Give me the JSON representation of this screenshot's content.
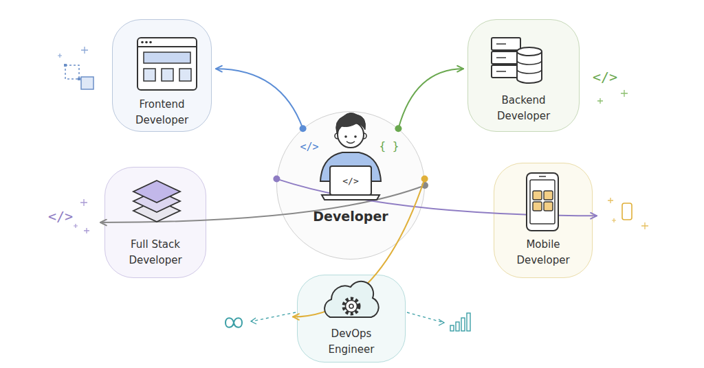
{
  "diagram": {
    "nodes": [
      {
        "text": [
          "Frontend Developer"
        ]
      },
      {
        "text": [
          "Backend Developer"
        ]
      },
      {
        "text": [
          "Developer"
        ]
      },
      {
        "text": [
          "Full Stack Developer"
        ]
      },
      {
        "text": [
          "Mobile Developer"
        ]
      },
      {
        "text": [
          "DevOps Engineer"
        ]
      }
    ],
    "edges": [
      {
        "from": 2,
        "to": 0,
        "arrow": "to"
      },
      {
        "from": 2,
        "to": 1,
        "arrow": "to"
      },
      {
        "from": 2,
        "to": 3,
        "arrow": "to"
      },
      {
        "from": 2,
        "to": 4,
        "arrow": "to"
      },
      {
        "from": 2,
        "to": 5,
        "arrow": "to"
      }
    ],
    "labels": [
      "</>",
      "</>",
      "{ }",
      "</>",
      "</>"
    ]
  }
}
